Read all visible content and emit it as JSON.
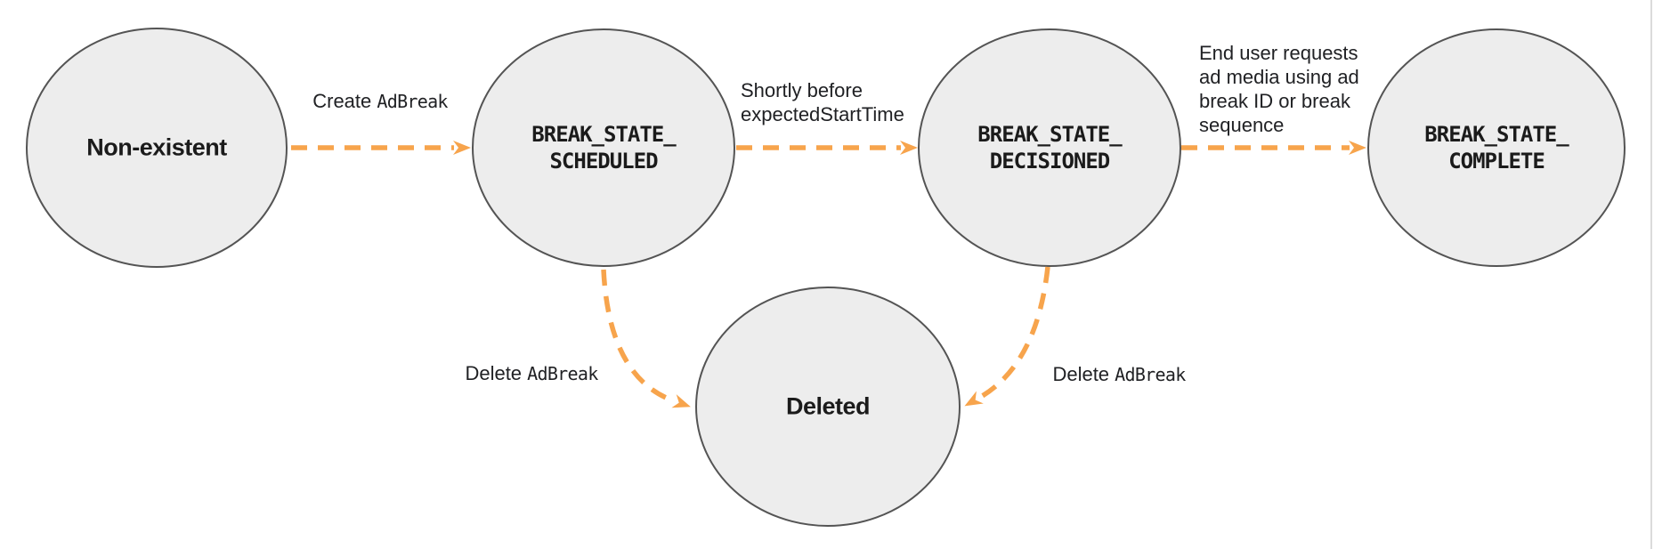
{
  "colors": {
    "arrow_orange": "#F7A44C",
    "node_fill": "#EDEDED",
    "node_stroke": "#545454",
    "text_dark": "#1B1B1B",
    "panel_border": "#DBDBDB"
  },
  "nodes": [
    {
      "id": "non-existent",
      "label": "Non-existent"
    },
    {
      "id": "break-state-scheduled",
      "line1": "BREAK_STATE_",
      "line2": "SCHEDULED"
    },
    {
      "id": "break-state-decisioned",
      "line1": "BREAK_STATE_",
      "line2": "DECISIONED"
    },
    {
      "id": "break-state-complete",
      "line1": "BREAK_STATE_",
      "line2": "COMPLETE"
    },
    {
      "id": "deleted",
      "label": "Deleted"
    }
  ],
  "transitions": {
    "create": {
      "text": "Create ",
      "code": "AdBreak"
    },
    "decision": {
      "line1": "Shortly before",
      "code_line": "expectedStartTime"
    },
    "complete": {
      "line1": "End user requests",
      "line2": "ad media using ad",
      "line3": "break ID or break",
      "line4": "sequence"
    },
    "delete_from_scheduled": {
      "text": "Delete ",
      "code": "AdBreak"
    },
    "delete_from_decisioned": {
      "text": "Delete ",
      "code": "AdBreak"
    }
  }
}
